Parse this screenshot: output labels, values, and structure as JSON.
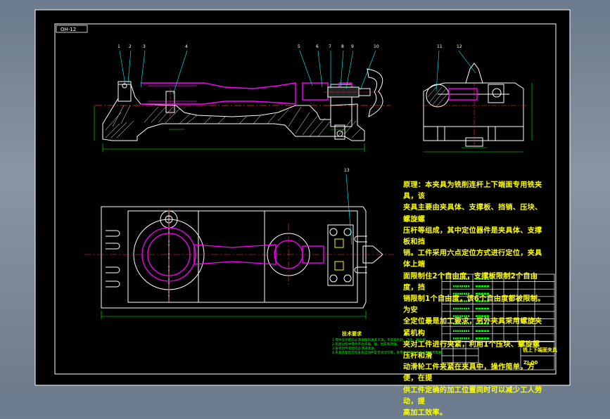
{
  "sheet": {
    "code_box": "OH-12",
    "background": "#000000",
    "frame_color": "#ffffff"
  },
  "colors": {
    "outline": "#ffffff",
    "part_highlight": "#ff00ff",
    "dimension": "#00ff00",
    "center_line": "#ff3030",
    "note_text": "#ffff00",
    "leader": "#00ffff"
  },
  "leaders": {
    "front_view": [
      "1",
      "2",
      "3",
      "4",
      "5",
      "6",
      "7",
      "8",
      "9",
      "10"
    ],
    "side_view": [
      "11",
      "12"
    ],
    "plan_view": [
      "13"
    ]
  },
  "description": {
    "lines": [
      "原理：本夹具为铣削连杆上下端面专用铣夹具，该",
      "夹具主要由夹具体、支撑板、挡销、压块、螺旋螺",
      "压杆等组成，其中定位器件是夹具体、支撑板和挡",
      "销。工件采用六点定位方式进行定位，夹具体上端",
      "面限制住2个自由度，支撑板限制2个自由度，挡",
      "销限制1个自由度，该6个自由度都被限制。为安",
      "全定位最是加工要求，另外夹具采用螺旋夹紧机构",
      "夹对工件进行夹紧，利用1个压块、螺旋螺压杆和滑",
      "动滑轮工件夹紧在夹具中，操作简单，方便，在提",
      "供工件定确的加工位置同时可以减少工人劳动，提",
      "高加工效率。"
    ]
  },
  "tech_req": {
    "title": "技术要求",
    "items": [
      "1.零件在装配前必须清理和清洗干净，不得有毛刺、飞边、氧化皮。",
      "2.装配过程中零件不允许磕、碰、划伤和锈蚀。",
      "3.各密封件装配前必须浸透油。",
      "4.夹具装配后应检查各运动件是否灵活可靠，各零件安装后不允许有卡死现象。"
    ]
  },
  "title_block": {
    "name": "铣上下端面夹具",
    "drawing_no": "ZJ-00"
  }
}
